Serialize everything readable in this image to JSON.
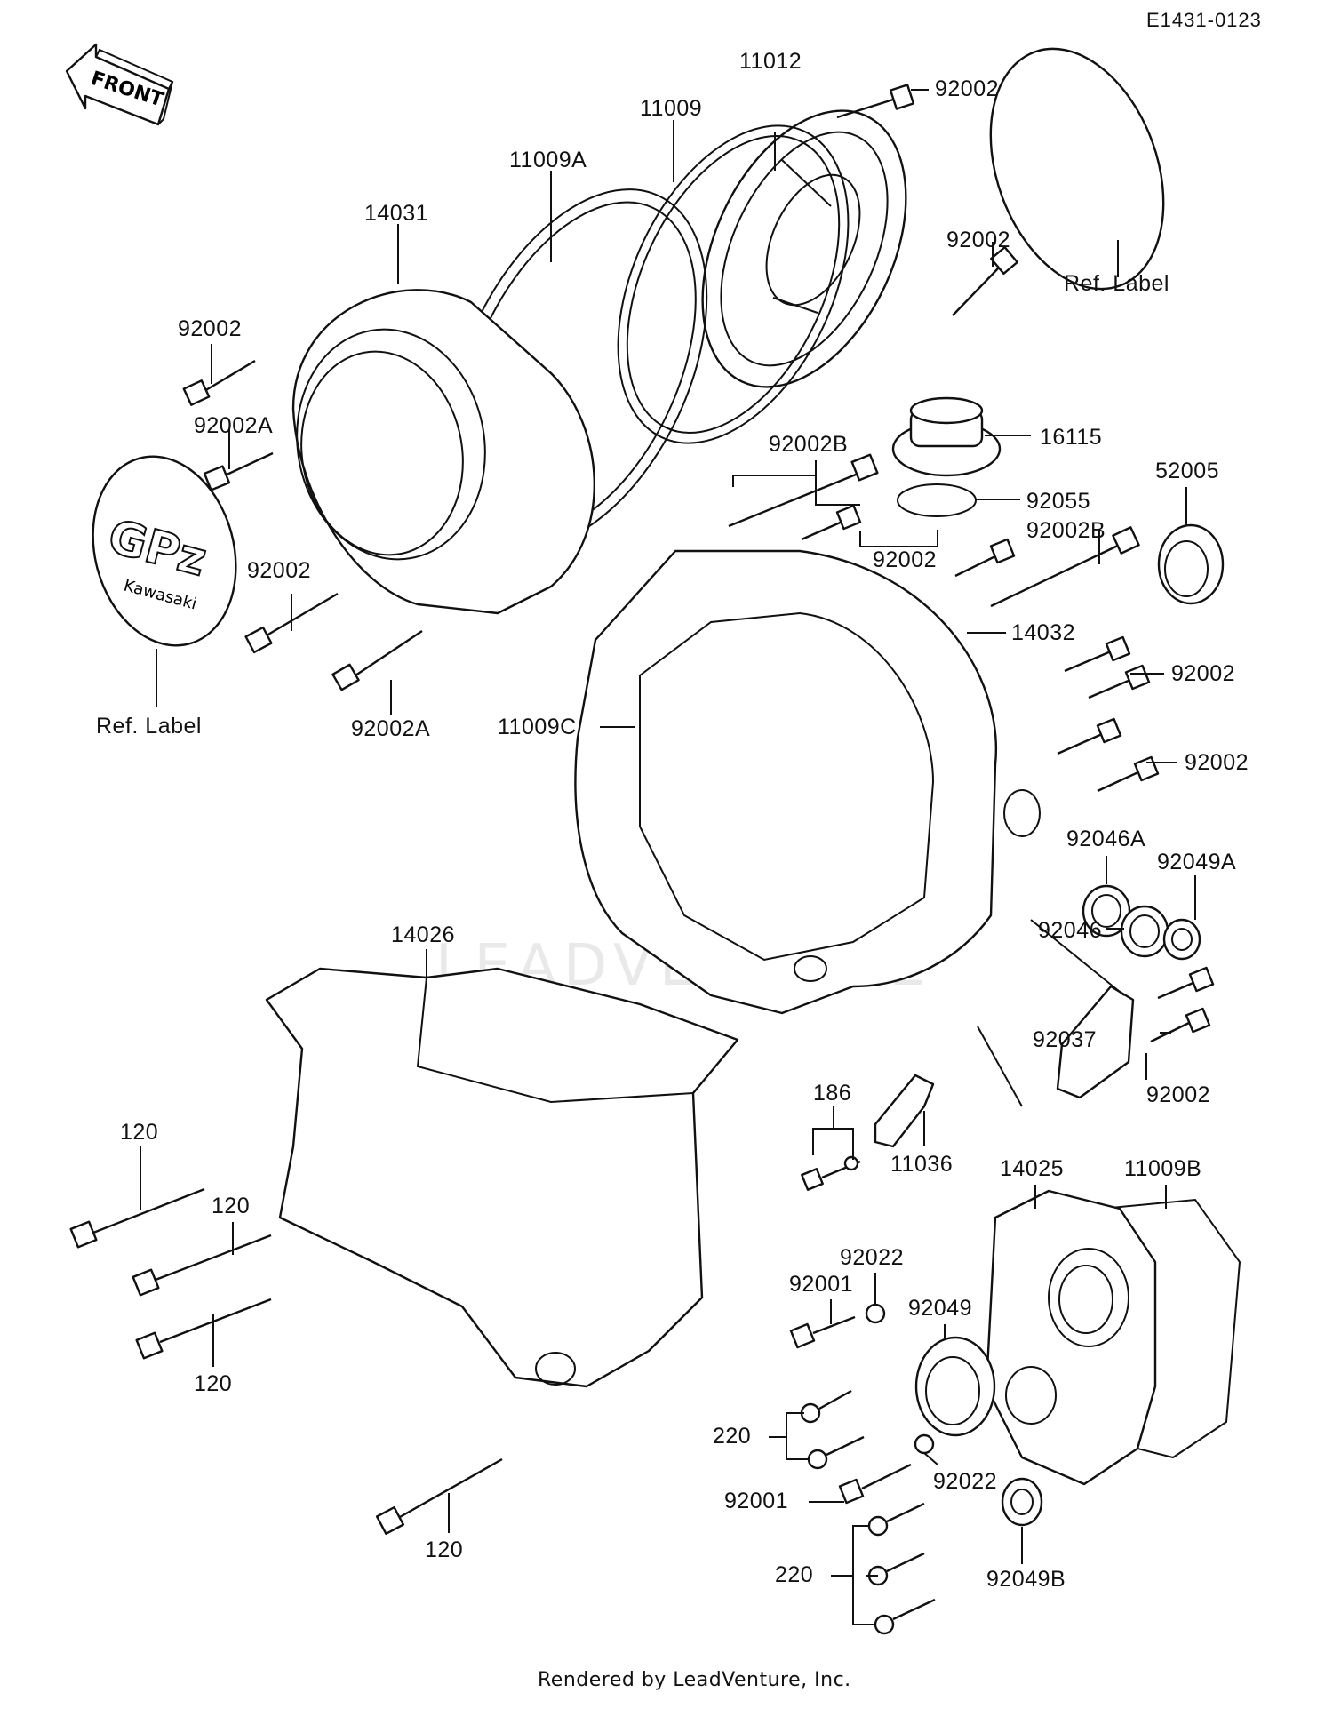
{
  "diagram_code": "E1431-0123",
  "front_arrow": "FRONT",
  "watermark": "LEADVENTURE",
  "footer": "Rendered by LeadVenture, Inc.",
  "emblem": {
    "logo": "GPz",
    "brand": "Kawasaki"
  },
  "labels": {
    "p11012": "11012",
    "p92002_top": "92002",
    "p11009": "11009",
    "p11009A": "11009A",
    "p14031": "14031",
    "p92002_right_top": "92002",
    "ref_label_right": "Ref. Label",
    "p92002_left_1": "92002",
    "p92002A_left_1": "92002A",
    "p16115": "16115",
    "p92002B_1": "92002B",
    "p92055": "92055",
    "p52005": "52005",
    "p92002B_2": "92002B",
    "p92002_mid": "92002",
    "p92002_left_2": "92002",
    "p92002A_left_2": "92002A",
    "ref_label_left": "Ref. Label",
    "p14032": "14032",
    "p92002_r1": "92002",
    "p11009C": "11009C",
    "p92002_r2": "92002",
    "p92046A": "92046A",
    "p92049A": "92049A",
    "p92046": "92046",
    "p14026": "14026",
    "p92037": "92037",
    "p92002_r3": "92002",
    "p186": "186",
    "p11036": "11036",
    "p14025": "14025",
    "p11009B": "11009B",
    "p120_1": "120",
    "p120_2": "120",
    "p120_3": "120",
    "p92022_1": "92022",
    "p92001_1": "92001",
    "p92049": "92049",
    "p220_1": "220",
    "p92022_2": "92022",
    "p92001_2": "92001",
    "p120_4": "120",
    "p220_2": "220",
    "p92049B": "92049B"
  }
}
